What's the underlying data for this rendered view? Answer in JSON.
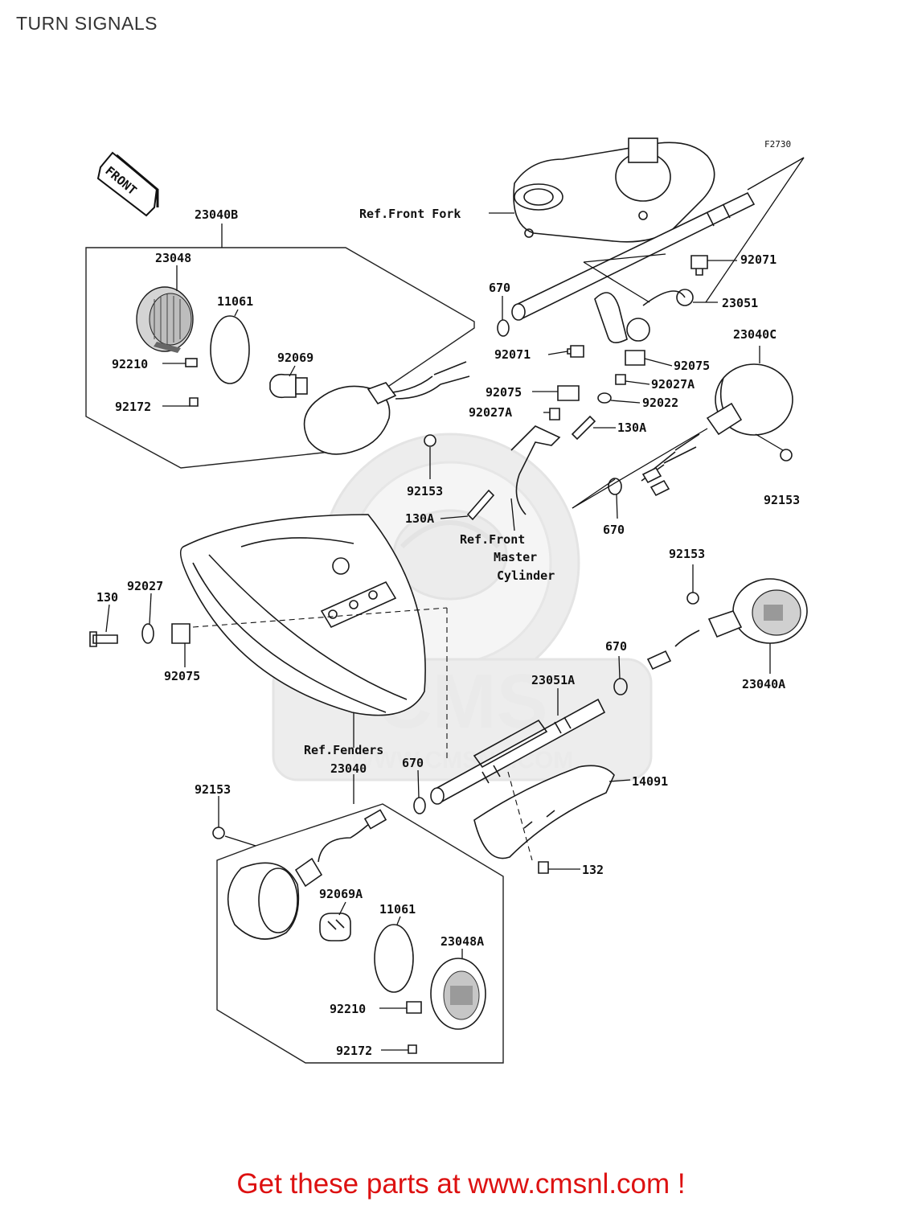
{
  "title": "TURN SIGNALS",
  "figure_code": "F2730",
  "front_arrow": "FRONT",
  "watermark": {
    "logo": "CMS",
    "url": "WWW.CMSNL.COM"
  },
  "references": {
    "front_fork": "Ref.Front Fork",
    "master_cylinder_1": "Ref.Front",
    "master_cylinder_2": "Master",
    "master_cylinder_3": "Cylinder",
    "fenders": "Ref.Fenders"
  },
  "parts": {
    "p23040B": "23040B",
    "p23048": "23048",
    "p11061_top": "11061",
    "p92069": "92069",
    "p92210_top": "92210",
    "p92172_top": "92172",
    "p92153_top": "92153",
    "p670_top": "670",
    "p92071_left": "92071",
    "p92075_left": "92075",
    "p92027A_left": "92027A",
    "p130A_upper": "130A",
    "p130A_lower": "130A",
    "p92071_right": "92071",
    "p23051": "23051",
    "p23040C": "23040C",
    "p92075_right": "92075",
    "p92027A_right": "92027A",
    "p92022": "92022",
    "p92153_rightc": "92153",
    "p670_rightc": "670",
    "p130": "130",
    "p92027": "92027",
    "p92075_fender": "92075",
    "p92153_righta": "92153",
    "p23040A": "23040A",
    "p670_righta": "670",
    "p23051A": "23051A",
    "p23040": "23040",
    "p670_bottom": "670",
    "p14091": "14091",
    "p92153_bottom": "92153",
    "p132": "132",
    "p92069A": "92069A",
    "p11061_bottom": "11061",
    "p23048A": "23048A",
    "p92210_bottom": "92210",
    "p92172_bottom": "92172"
  },
  "footer": "Get these parts at www.cmsnl.com !"
}
